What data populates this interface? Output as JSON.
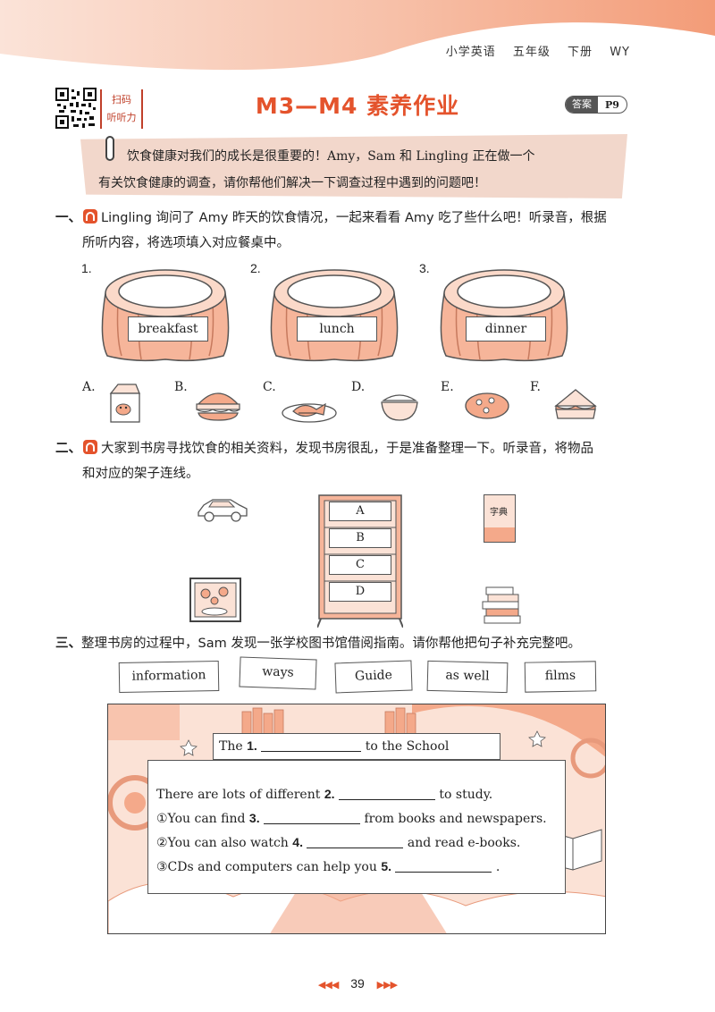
{
  "header": {
    "subject": "小学英语",
    "grade": "五年级",
    "volume": "下册",
    "edition": "WY"
  },
  "scan": {
    "line1": "扫码",
    "line2": "听听力"
  },
  "title": "M3—M4 素养作业",
  "answer_tag": {
    "label": "答案",
    "page": "P9"
  },
  "intro": {
    "line1": "饮食健康对我们的成长是很重要的！Amy，Sam 和 Lingling 正在做一个",
    "line2": "有关饮食健康的调查，请你帮他们解决一下调查过程中遇到的问题吧！"
  },
  "q1": {
    "num": "一、",
    "line1": "Lingling 询问了 Amy 昨天的饮食情况，一起来看看 Amy 吃了些什么吧！听录音，根据",
    "line2": "所听内容，将选项填入对应餐桌中。",
    "tables": [
      {
        "num": "1.",
        "label": "breakfast"
      },
      {
        "num": "2.",
        "label": "lunch"
      },
      {
        "num": "3.",
        "label": "dinner"
      }
    ],
    "options": [
      {
        "letter": "A.",
        "icon": "milk-carton-icon"
      },
      {
        "letter": "B.",
        "icon": "hamburger-icon"
      },
      {
        "letter": "C.",
        "icon": "fish-plate-icon"
      },
      {
        "letter": "D.",
        "icon": "rice-bowl-icon"
      },
      {
        "letter": "E.",
        "icon": "pizza-icon"
      },
      {
        "letter": "F.",
        "icon": "sandwich-icon"
      }
    ]
  },
  "q2": {
    "num": "二、",
    "line1": "大家到书房寻找饮食的相关资料，发现书房很乱，于是准备整理一下。听录音，将物品",
    "line2": "和对应的架子连线。",
    "shelves": [
      "A",
      "B",
      "C",
      "D"
    ],
    "dictionary_label": "字典"
  },
  "q3": {
    "num": "三、",
    "line": "整理书房的过程中，Sam 发现一张学校图书馆借阅指南。请你帮他把句子补充完整吧。",
    "words": [
      "information",
      "ways",
      "Guide",
      "as well",
      "films"
    ],
    "guide": {
      "title_pre": "The",
      "title_num": "1.",
      "title_post": "to the School Library",
      "l2_pre": "There are lots of different",
      "l2_num": "2.",
      "l2_post": "to study.",
      "l3_pre": "①You can find",
      "l3_num": "3.",
      "l3_post": "from books and newspapers.",
      "l4_pre": "②You can also watch",
      "l4_num": "4.",
      "l4_post": "and read e-books.",
      "l5_pre": "③CDs and computers can help you",
      "l5_num": "5.",
      "l5_post": "."
    }
  },
  "footer": {
    "page": "39",
    "left_arrows": "◀◀◀",
    "right_arrows": "▶▶▶"
  },
  "colors": {
    "accent": "#e4532c",
    "peach": "#f4a98a",
    "light_peach": "#fbe2d6"
  }
}
